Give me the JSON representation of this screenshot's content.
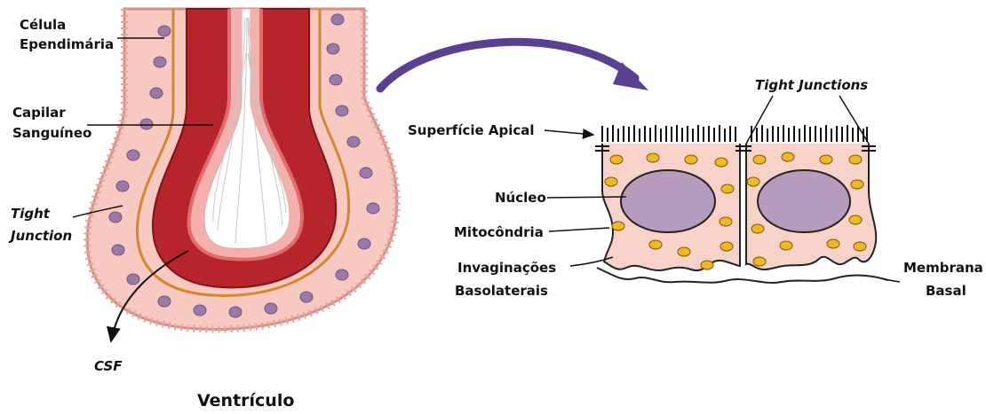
{
  "left_panel": {
    "ependymal_cell": [
      "Célula",
      "Ependimária"
    ],
    "capillary": [
      "Capilar",
      "Sanguíneo"
    ],
    "tight_junction": [
      "Tight",
      "Junction"
    ],
    "csf": "CSF",
    "ventricle": "Ventrículo"
  },
  "right_panel": {
    "tight_junctions": "Tight Junctions",
    "apical_surface": "Superfície Apical",
    "nucleus": "Núcleo",
    "mitochondria": "Mitocôndria",
    "basolateral_invaginations": [
      "Invaginações",
      "Basolaterais"
    ],
    "basal_membrane": [
      "Membrana",
      "Basal"
    ]
  },
  "colors": {
    "cell_fill": "#f7c9c0",
    "cell_stroke": "#d98f86",
    "vessel": "#b8242c",
    "vessel_light": "#e36b6b",
    "basement_line": "#d4862d",
    "nucleus_left": "#9a7aa8",
    "nucleus_right": "#b79bbd",
    "mitochondria": "#f2b81f",
    "arrow": "#5b3f92"
  }
}
